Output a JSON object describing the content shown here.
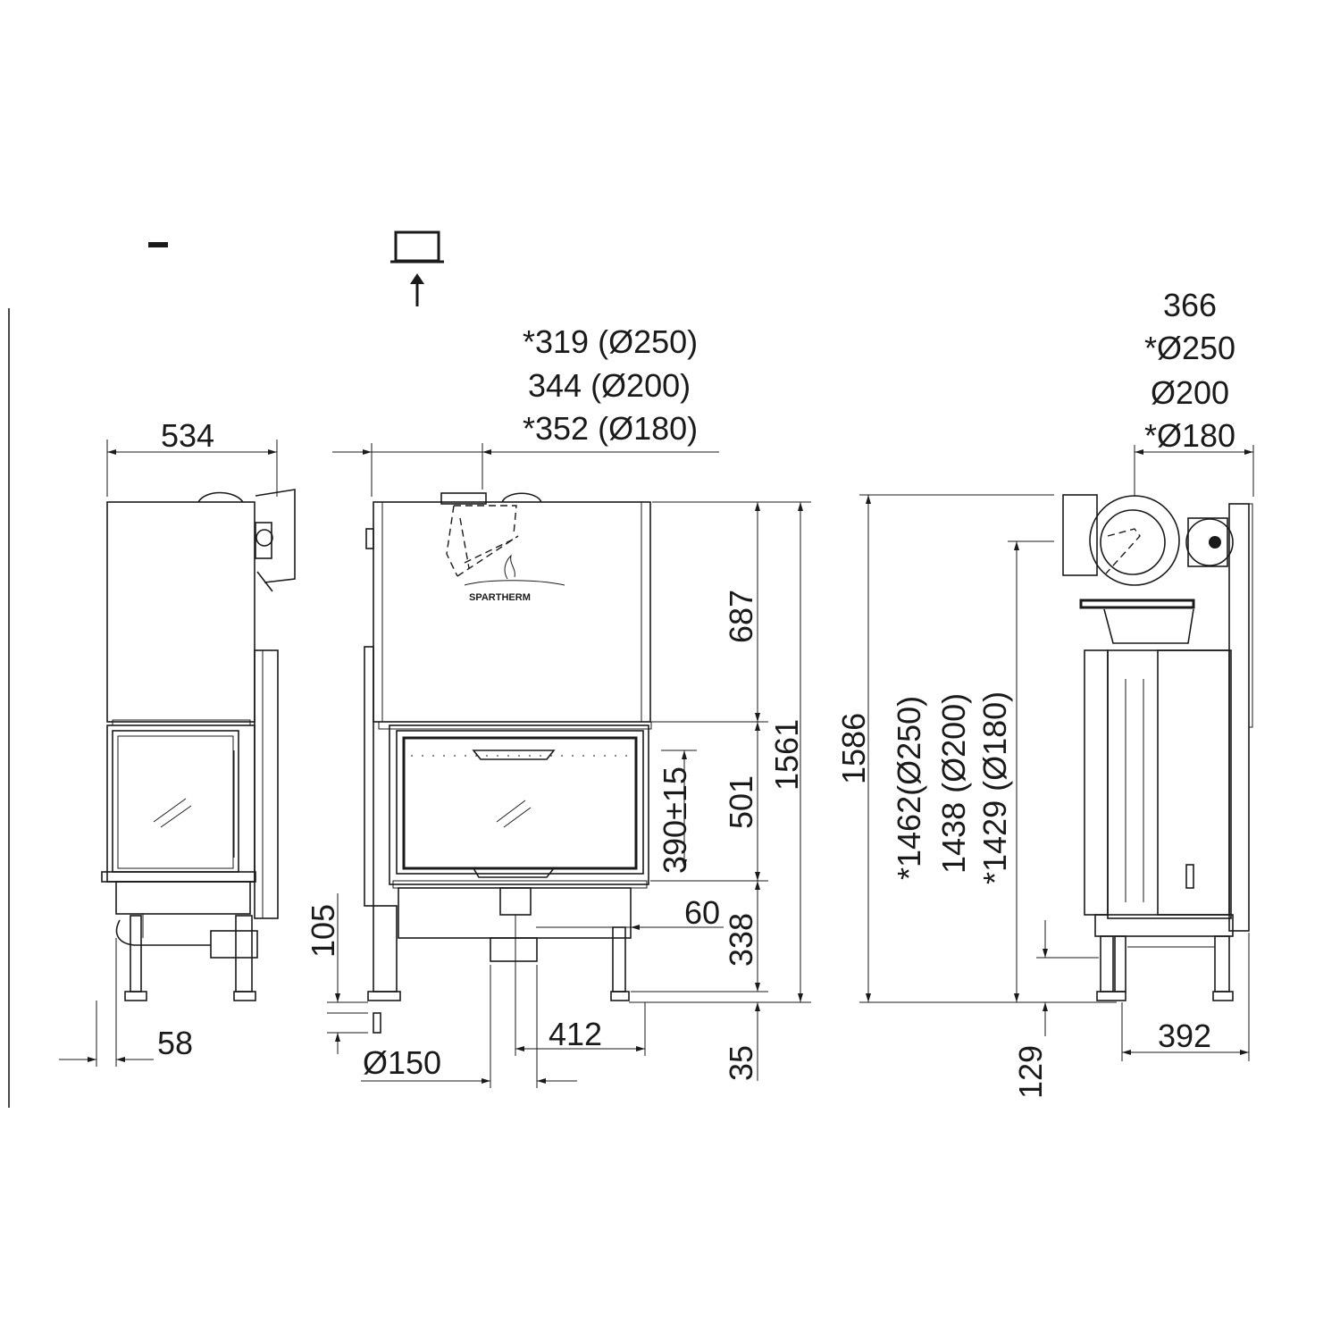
{
  "brand": {
    "logo_text": "SPARTHERM"
  },
  "symbols": {
    "minus_icon": "minus-icon",
    "monitor_icon": "monitor-icon",
    "arrow_up_icon": "arrow-up-icon"
  },
  "dims": {
    "front_width": "534",
    "flue_offset_1": "*319 (Ø250)",
    "flue_offset_2": "344 (Ø200)",
    "flue_offset_3": "*352 (Ø180)",
    "side_top_1": "366",
    "side_top_2": "*Ø250",
    "side_top_3": "Ø200",
    "side_top_4": "*Ø180",
    "hood_height": "687",
    "door_height": "501",
    "glass_height": "390±15",
    "total_height_a": "1561",
    "total_height_b": "1586",
    "flue_height_1": "*1462(Ø250)",
    "flue_height_2": "1438 (Ø200)",
    "flue_height_3": "*1429 (Ø180)",
    "offset_60": "60",
    "base_height": "338",
    "leg_105": "105",
    "foot_35": "35",
    "side_58": "58",
    "air_inlet": "Ø150",
    "inlet_offset": "412",
    "depth_392": "392",
    "base_129": "129"
  }
}
